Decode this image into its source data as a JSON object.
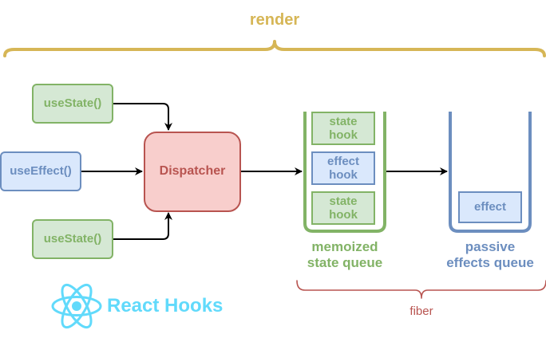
{
  "render": {
    "label": "render"
  },
  "hooks": {
    "use_state_top": "useState()",
    "use_effect": "useEffect()",
    "use_state_bottom": "useState()"
  },
  "dispatcher": {
    "label": "Dispatcher"
  },
  "state_queue": {
    "items": [
      "state\nhook",
      "effect\nhook",
      "state\nhook"
    ],
    "label": "memoized\nstate queue"
  },
  "effects_queue": {
    "item": "effect",
    "label": "passive\neffects queue"
  },
  "fiber": {
    "label": "fiber"
  },
  "logo": {
    "text": "React Hooks"
  },
  "colors": {
    "render_brace": "#d6b656",
    "green_stroke": "#82b366",
    "green_fill": "#d5e8d4",
    "blue_stroke": "#6c8ebf",
    "blue_fill": "#dae8fc",
    "red_stroke": "#b85450",
    "red_fill": "#f8cecc",
    "react": "#61dafb"
  }
}
